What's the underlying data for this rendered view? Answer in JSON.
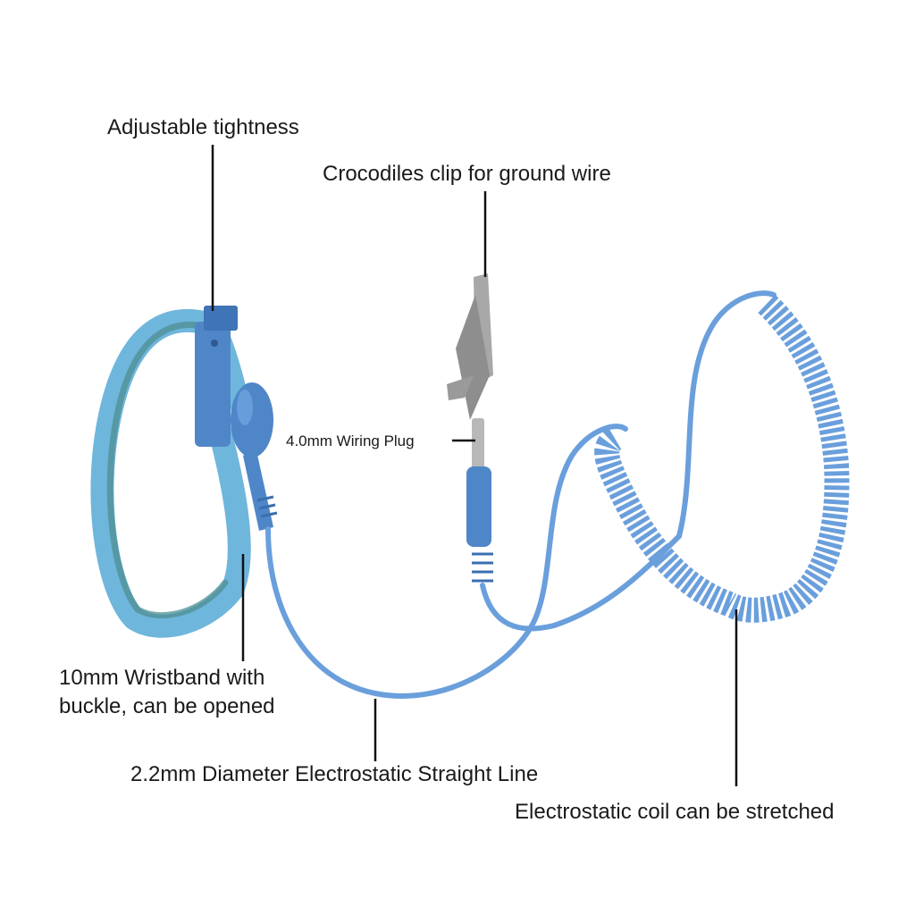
{
  "labels": {
    "adjustable": "Adjustable tightness",
    "crocodile": "Crocodiles clip for ground wire",
    "plug": "4.0mm Wiring Plug",
    "wristband_line1": "10mm Wristband with",
    "wristband_line2": "buckle, can be opened",
    "straight_line": "2.2mm Diameter Electrostatic Straight Line",
    "coil": "Electrostatic coil can be stretched"
  },
  "colors": {
    "cable": "#6a9fdc",
    "cable_dark": "#4f86c8",
    "band_outer": "#6fb6dc",
    "band_inner": "#4e8f93",
    "buckle": "#4f86c8",
    "metal": "#a8a8a8",
    "leader": "#111111"
  }
}
